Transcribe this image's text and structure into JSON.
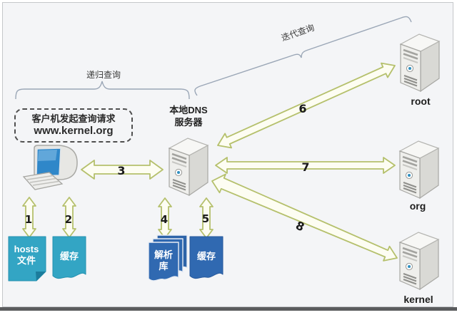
{
  "diagram": {
    "labels": {
      "recursive_query": "递归查询",
      "iterative_query": "迭代查询",
      "client_request_line1": "客户机发起查询请求",
      "client_request_line2": "www.kernel.org",
      "local_dns_line1": "本地DNS",
      "local_dns_line2": "服务器"
    },
    "servers": {
      "root": "root",
      "org": "org",
      "kernel": "kernel"
    },
    "documents": {
      "hosts_line1": "hosts",
      "hosts_line2": "文件",
      "client_cache": "缓存",
      "resolve_line1": "解析",
      "resolve_line2": "库",
      "dns_cache": "缓存"
    },
    "arrows": {
      "a1": "1",
      "a2": "2",
      "a3": "3",
      "a4": "4",
      "a5": "5",
      "a6": "6",
      "a7": "7",
      "a8": "8"
    },
    "colors": {
      "background": "#f4f5f7",
      "arrow_outline": "#b5c06c",
      "arrow_fill": "#fdfdf2",
      "teal_doc": "#33a5c4",
      "teal_doc_fold": "#1b7c9c",
      "blue_doc": "#3069b1",
      "brace": "#9aa6b6",
      "screen_blue": "#2f87c9",
      "bottom_bar": "#5b5c5e"
    }
  }
}
